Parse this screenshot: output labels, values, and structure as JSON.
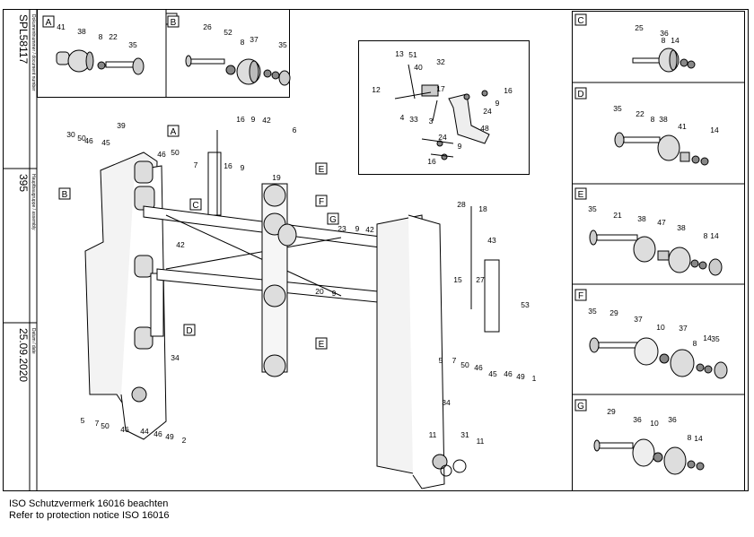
{
  "sidebar": {
    "document_no_label": "Dokumentnummer / document number",
    "document_no": "SPL58117",
    "assembly_label": "Hauptbaugruppe / assembly",
    "assembly": "395",
    "date_label": "Datum / date",
    "date": "25.09.2020"
  },
  "footer": {
    "line1": "ISO Schutzvermerk 16016 beachten",
    "line2": "Refer to protection notice ISO 16016"
  },
  "callout_labels": [
    "A",
    "B",
    "C",
    "D",
    "E",
    "F",
    "G"
  ],
  "part_numbers": [
    "1",
    "2",
    "3",
    "4",
    "5",
    "6",
    "7",
    "8",
    "9",
    "10",
    "11",
    "12",
    "13",
    "14",
    "15",
    "16",
    "17",
    "18",
    "19",
    "20",
    "21",
    "22",
    "23",
    "24",
    "25",
    "26",
    "27",
    "28",
    "29",
    "30",
    "31",
    "32",
    "33",
    "34",
    "35",
    "36",
    "37",
    "38",
    "39",
    "40",
    "41",
    "42",
    "43",
    "44",
    "45",
    "46",
    "47",
    "48",
    "49",
    "50",
    "51",
    "52",
    "53"
  ]
}
